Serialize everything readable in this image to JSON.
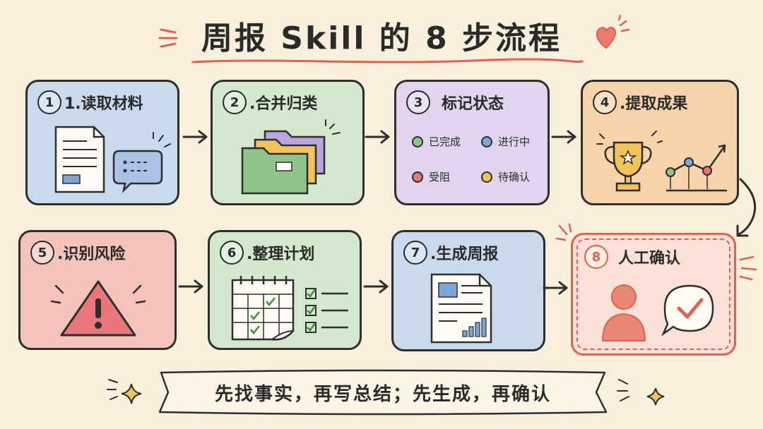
{
  "title": "周报 Skill 的 8 步流程",
  "steps": [
    {
      "num": "1",
      "label": "1.读取材料",
      "color": "#c9d9ee"
    },
    {
      "num": "2",
      "label": ".合并归类",
      "color": "#d3e8cc"
    },
    {
      "num": "3",
      "label": "标记状态",
      "color": "#e0d4ee"
    },
    {
      "num": "4",
      "label": ".提取成果",
      "color": "#f6d3a8"
    },
    {
      "num": "5",
      "label": ".识别风险",
      "color": "#f4c4bb"
    },
    {
      "num": "6",
      "label": ".整理计划",
      "color": "#d3e8cc"
    },
    {
      "num": "7",
      "label": ".生成周报",
      "color": "#c9d9ee"
    },
    {
      "num": "8",
      "label": "人工确认",
      "color": "#fbe0d8"
    }
  ],
  "status_legend": [
    {
      "label": "已完成",
      "color": "#8fc48a"
    },
    {
      "label": "进行中",
      "color": "#7fa4d8"
    },
    {
      "label": "受阻",
      "color": "#e9767a"
    },
    {
      "label": "待确认",
      "color": "#f2c35a"
    }
  ],
  "banner": "先找事实，再写总结；先生成，再确认",
  "colors": {
    "background": "#f8efdc",
    "accent": "#e0614c",
    "outline": "#2e2e2e"
  }
}
